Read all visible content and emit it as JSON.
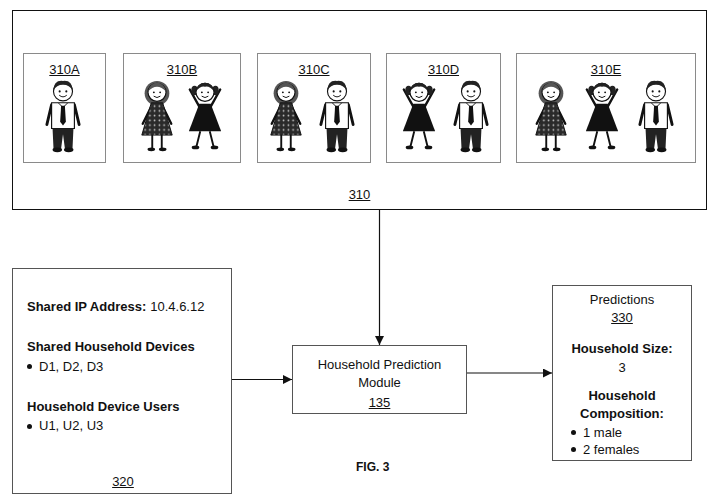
{
  "diagram": {
    "nodes": [
      {
        "text": [
          "310"
        ]
      },
      {
        "text": [
          "310A"
        ],
        "in": 0
      },
      {
        "text": [
          "310B"
        ],
        "in": 0
      },
      {
        "text": [
          "310C"
        ],
        "in": 0
      },
      {
        "text": [
          "310D"
        ],
        "in": 0
      },
      {
        "text": [
          "310E"
        ],
        "in": 0
      },
      {
        "text": [
          "Shared IP Address:",
          "10.4.6.12",
          "Shared Household Devices",
          "D1, D2, D3",
          "Household Device Users",
          "U1, U2, U3",
          "320"
        ]
      },
      {
        "text": [
          "Household Prediction Module",
          "135"
        ]
      },
      {
        "text": [
          "Predictions",
          "330",
          "Household Size:",
          "3",
          "Household Composition:",
          "1 male",
          "2 females"
        ]
      }
    ],
    "edges": [
      {
        "from": 0,
        "to": 7,
        "arrow": "to"
      },
      {
        "from": 6,
        "to": 7,
        "arrow": "to"
      },
      {
        "from": 7,
        "to": 8,
        "arrow": "to"
      }
    ],
    "labels": [
      "FIG. 3"
    ]
  }
}
